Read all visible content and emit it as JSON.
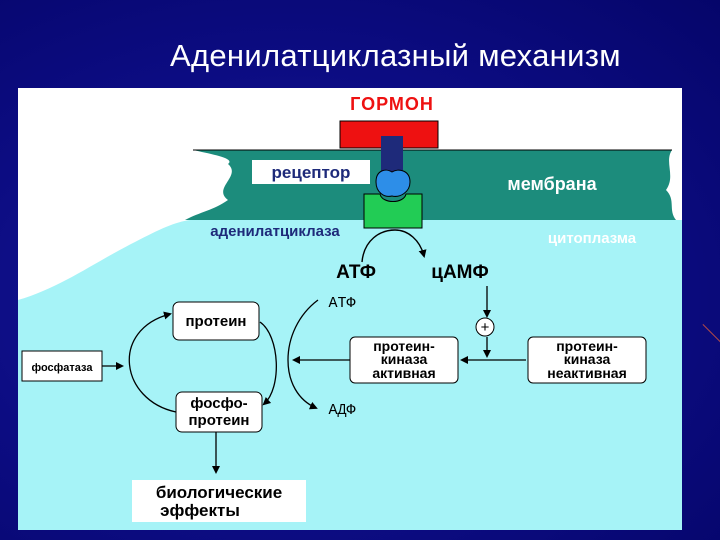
{
  "title": "Аденилатциклазный механизм",
  "diagram": {
    "hormone": "ГОРМОН",
    "receptor": "рецептор",
    "membrane": "мембрана",
    "adenylate_cyclase": "аденилатциклаза",
    "cytoplasm": "цитоплазма",
    "atp_main": "АТФ",
    "camp": "цАМФ",
    "atp_small": "АТФ",
    "adp_small": "АДФ",
    "plus_sign": "+",
    "protein": "протеин",
    "phospho_protein": [
      "фосфо-",
      "протеин"
    ],
    "phosphatase": "фосфатаза",
    "kinase_active": [
      "протеин-",
      "киназа",
      "активная"
    ],
    "kinase_inactive": [
      "протеин-",
      "киназа",
      "неактивная"
    ],
    "bio_effects": [
      "биологические",
      "эффекты"
    ]
  },
  "colors": {
    "background": "#0a0a7a",
    "panel": "#ffffff",
    "cytoplasm": "#a6f3f7",
    "membrane": "#1c8c7c",
    "hormone": "#ee1111",
    "receptor": "#1e2a7a",
    "receptor_head": "#2d8ee8",
    "cyclase": "#22cc55"
  }
}
